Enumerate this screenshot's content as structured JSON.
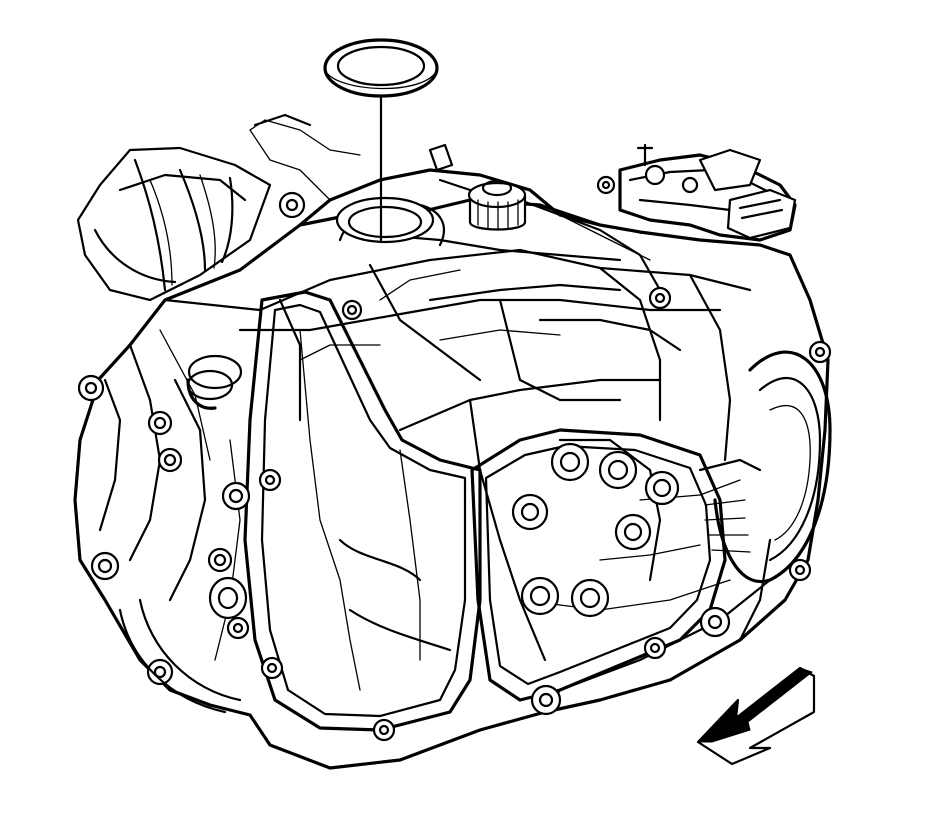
{
  "figure": {
    "parts": [
      "transaxle-housing",
      "seal-ring",
      "seal-bore",
      "leader-line",
      "fill-cap",
      "sensor-bracket",
      "wiring-connector",
      "oil-pan",
      "bell-housing",
      "torque-converter",
      "direction-arrow"
    ],
    "arrow_icon": "arrow-down-left-icon",
    "line_color": "#000000",
    "background_color": "#ffffff"
  }
}
